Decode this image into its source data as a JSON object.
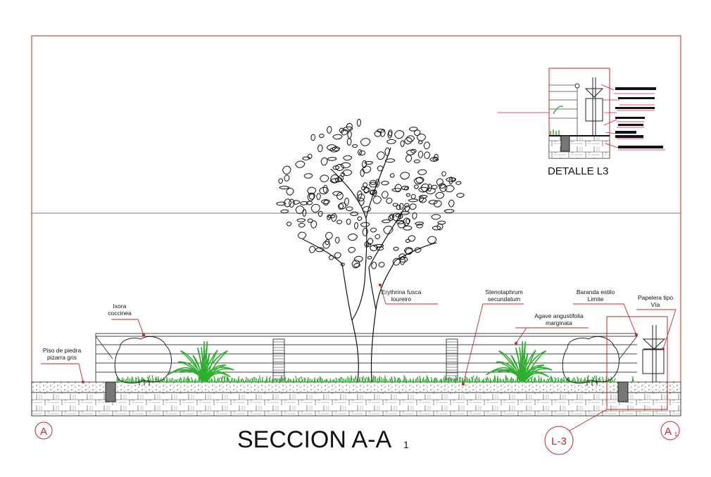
{
  "title": {
    "main": "SECCION A-A",
    "sub": "1"
  },
  "markers": {
    "left": "A",
    "right_main": "A",
    "right_sub": "1",
    "detail_ref": "L-3"
  },
  "detail": {
    "title": "DETALLE L3"
  },
  "labels": {
    "tree": [
      "Erythrina fusca",
      "loureiro"
    ],
    "ixora": [
      "Ixora",
      "coccinea"
    ],
    "floor": [
      "Piso de piedra",
      "pizarra gris"
    ],
    "grass": [
      "Stenotaphrum",
      "secundatum"
    ],
    "agave": [
      "Agave angustifolia",
      "marginata"
    ],
    "rail": [
      "Baranda estilo",
      "Limite"
    ],
    "bin": [
      "Papelera tipo",
      "Vía"
    ]
  },
  "colors": {
    "border": "#c1272d",
    "line": "#222222",
    "plant": "#2fae2f",
    "leader": "#c1272d"
  }
}
